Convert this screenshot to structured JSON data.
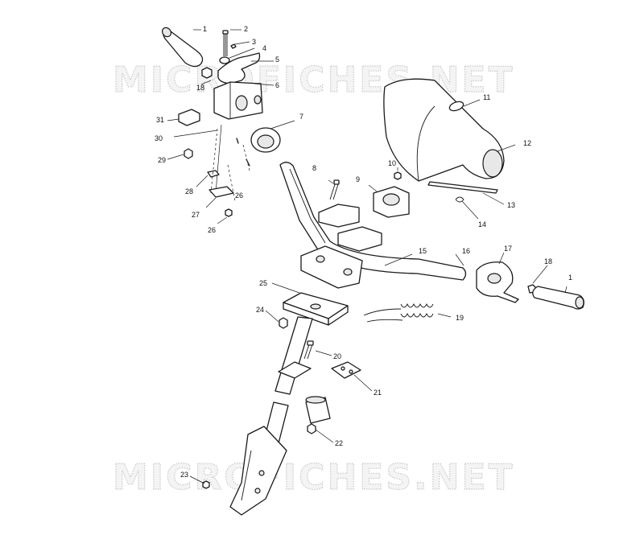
{
  "watermark": {
    "text": "MICROFICHES.NET"
  },
  "callouts": [
    {
      "id": "c1a",
      "text": "1"
    },
    {
      "id": "c2",
      "text": "2"
    },
    {
      "id": "c3",
      "text": "3"
    },
    {
      "id": "c4",
      "text": "4"
    },
    {
      "id": "c5",
      "text": "5"
    },
    {
      "id": "c6",
      "text": "6"
    },
    {
      "id": "c7",
      "text": "7"
    },
    {
      "id": "c8",
      "text": "8"
    },
    {
      "id": "c9",
      "text": "9"
    },
    {
      "id": "c10",
      "text": "10"
    },
    {
      "id": "c11",
      "text": "11"
    },
    {
      "id": "c12",
      "text": "12"
    },
    {
      "id": "c13",
      "text": "13"
    },
    {
      "id": "c14",
      "text": "14"
    },
    {
      "id": "c15",
      "text": "15"
    },
    {
      "id": "c16",
      "text": "16"
    },
    {
      "id": "c17",
      "text": "17"
    },
    {
      "id": "c18a",
      "text": "18"
    },
    {
      "id": "c18b",
      "text": "18"
    },
    {
      "id": "c1b",
      "text": "1"
    },
    {
      "id": "c19",
      "text": "19"
    },
    {
      "id": "c20",
      "text": "20"
    },
    {
      "id": "c21",
      "text": "21"
    },
    {
      "id": "c22",
      "text": "22"
    },
    {
      "id": "c23",
      "text": "23"
    },
    {
      "id": "c24",
      "text": "24"
    },
    {
      "id": "c25",
      "text": "25"
    },
    {
      "id": "c26a",
      "text": "26"
    },
    {
      "id": "c26b",
      "text": "26"
    },
    {
      "id": "c27",
      "text": "27"
    },
    {
      "id": "c28",
      "text": "28"
    },
    {
      "id": "c29",
      "text": "29"
    },
    {
      "id": "c30",
      "text": "30"
    },
    {
      "id": "c31",
      "text": "31"
    }
  ]
}
